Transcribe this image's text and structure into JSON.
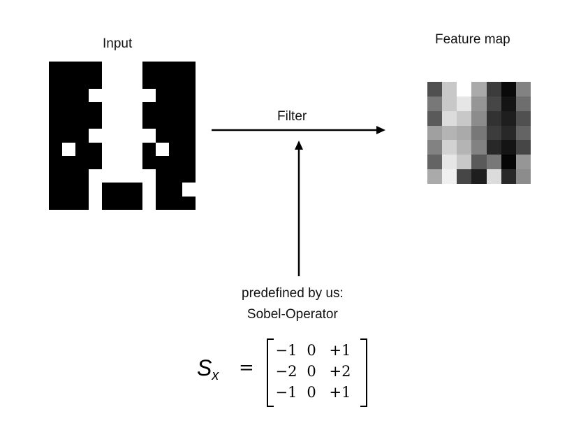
{
  "labels": {
    "input": "Input",
    "feature_map": "Feature map",
    "filter": "Filter",
    "predefined_line1": "predefined by us:",
    "predefined_line2": "Sobel-Operator"
  },
  "colors": {
    "background": "#ffffff",
    "foreground": "#000000",
    "arrow": "#000000"
  },
  "input_grid": {
    "rows": 11,
    "cols": 11,
    "cells": [
      [
        1,
        1,
        1,
        1,
        0,
        0,
        0,
        1,
        1,
        1,
        1
      ],
      [
        1,
        1,
        1,
        1,
        0,
        0,
        0,
        1,
        1,
        1,
        1
      ],
      [
        1,
        1,
        1,
        0,
        0,
        0,
        0,
        0,
        1,
        1,
        1
      ],
      [
        1,
        1,
        1,
        1,
        0,
        0,
        0,
        1,
        1,
        1,
        1
      ],
      [
        1,
        1,
        1,
        1,
        0,
        0,
        0,
        1,
        1,
        1,
        1
      ],
      [
        1,
        1,
        1,
        0,
        0,
        0,
        0,
        0,
        1,
        1,
        1
      ],
      [
        1,
        0,
        1,
        1,
        0,
        0,
        0,
        1,
        0,
        1,
        1
      ],
      [
        1,
        1,
        1,
        1,
        0,
        0,
        0,
        1,
        1,
        1,
        1
      ],
      [
        1,
        1,
        1,
        0,
        0,
        0,
        0,
        0,
        1,
        1,
        1
      ],
      [
        1,
        1,
        1,
        0,
        1,
        1,
        1,
        0,
        1,
        1,
        0
      ],
      [
        1,
        1,
        1,
        0,
        1,
        1,
        1,
        0,
        1,
        1,
        1
      ]
    ]
  },
  "feature_grid": {
    "rows": 7,
    "cols": 7,
    "cells": [
      [
        80,
        200,
        255,
        170,
        60,
        10,
        130
      ],
      [
        120,
        200,
        230,
        150,
        70,
        20,
        110
      ],
      [
        90,
        220,
        200,
        140,
        50,
        30,
        80
      ],
      [
        160,
        180,
        170,
        120,
        60,
        40,
        100
      ],
      [
        130,
        210,
        180,
        130,
        40,
        20,
        70
      ],
      [
        100,
        230,
        200,
        90,
        120,
        5,
        150
      ],
      [
        170,
        240,
        70,
        30,
        220,
        40,
        140
      ]
    ]
  },
  "formula": {
    "symbol": "S",
    "subscript": "x",
    "equals": "=",
    "matrix": [
      [
        "−1",
        "0",
        "+1"
      ],
      [
        "−2",
        "0",
        "+2"
      ],
      [
        "−1",
        "0",
        "+1"
      ]
    ]
  }
}
